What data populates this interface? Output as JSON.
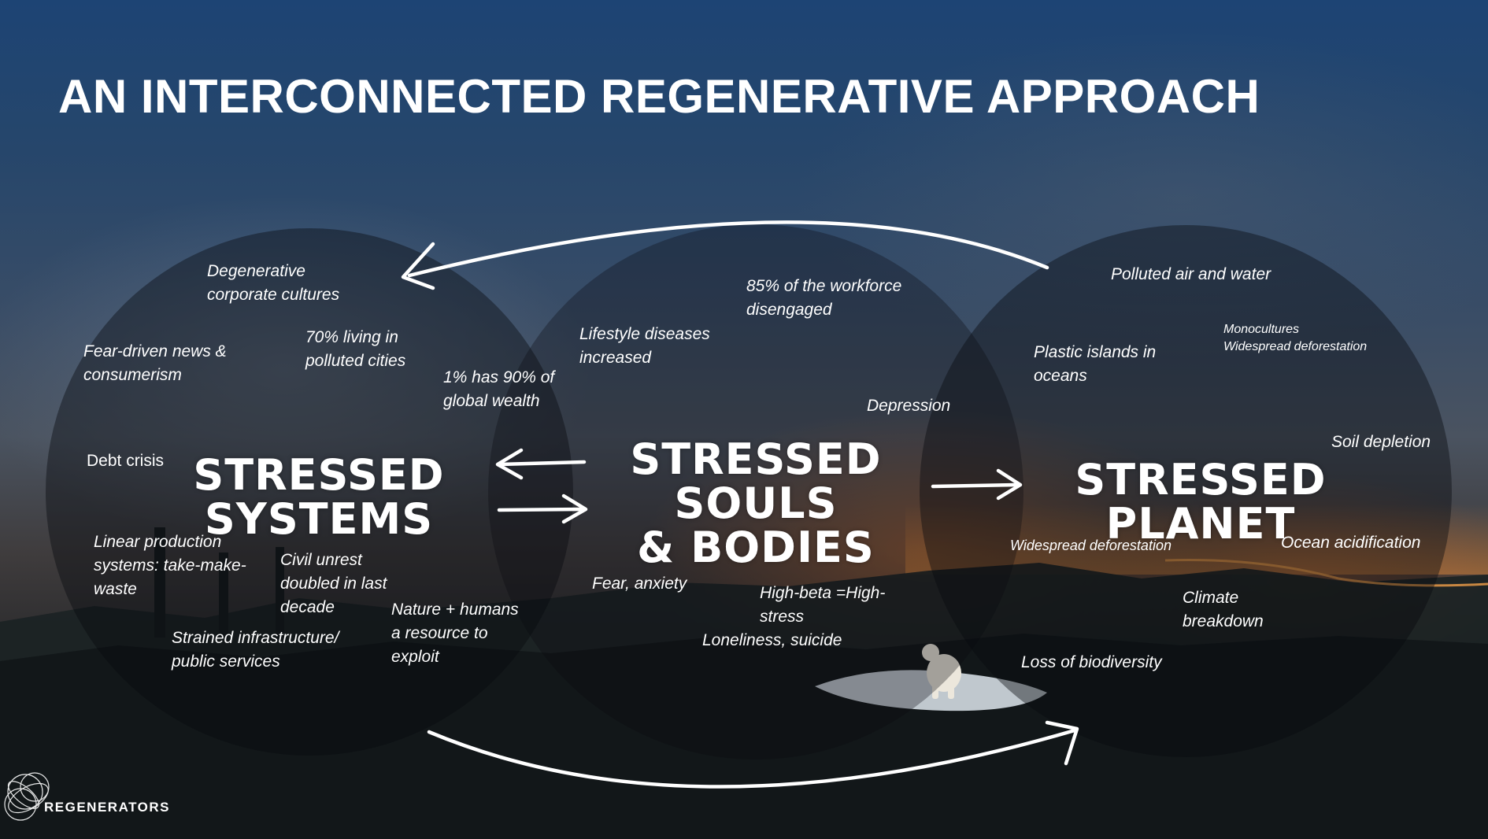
{
  "title": "AN INTERCONNECTED REGENERATIVE APPROACH",
  "circles": {
    "systems": {
      "heading_line1": "STRESSED",
      "heading_line2": "SYSTEMS"
    },
    "souls": {
      "heading_line1": "STRESSED",
      "heading_line2": "SOULS",
      "heading_line3": "& BODIES"
    },
    "planet": {
      "heading_line1": "STRESSED",
      "heading_line2": "PLANET"
    }
  },
  "notes": {
    "degenerative_cultures": [
      "Degenerative",
      "corporate cultures"
    ],
    "fear_news": [
      "Fear-driven news &",
      "consumerism"
    ],
    "polluted_cities": [
      "70% living in",
      "polluted cities"
    ],
    "wealth": [
      "1% has  90% of",
      "global wealth"
    ],
    "debt_crisis": "Debt crisis",
    "linear_production": [
      "Linear production",
      "systems: take-make-",
      "waste"
    ],
    "civil_unrest": [
      "Civil unrest",
      "doubled in last",
      "decade"
    ],
    "infrastructure": [
      "Strained infrastructure/",
      "public services"
    ],
    "nature_resource": [
      "Nature + humans",
      "a resource to",
      "exploit"
    ],
    "lifestyle_diseases": [
      "Lifestyle diseases",
      "increased"
    ],
    "workforce": [
      "85% of the workforce",
      "disengaged"
    ],
    "depression": "Depression",
    "fear_anxiety": "Fear, anxiety",
    "high_beta": [
      "High-beta =High-",
      "stress"
    ],
    "loneliness": "Loneliness, suicide",
    "polluted_air": "Polluted air and water",
    "plastic_islands": [
      "Plastic islands in",
      "oceans"
    ],
    "monocultures": [
      "Monocultures",
      "Widespread deforestation"
    ],
    "soil_depletion": "Soil depletion",
    "deforestation": "Widespread deforestation",
    "ocean_acidification": "Ocean acidification",
    "climate_breakdown": [
      "Climate",
      "breakdown"
    ],
    "biodiversity": "Loss of biodiversity"
  },
  "logo": {
    "name": "REGENERATORS"
  }
}
